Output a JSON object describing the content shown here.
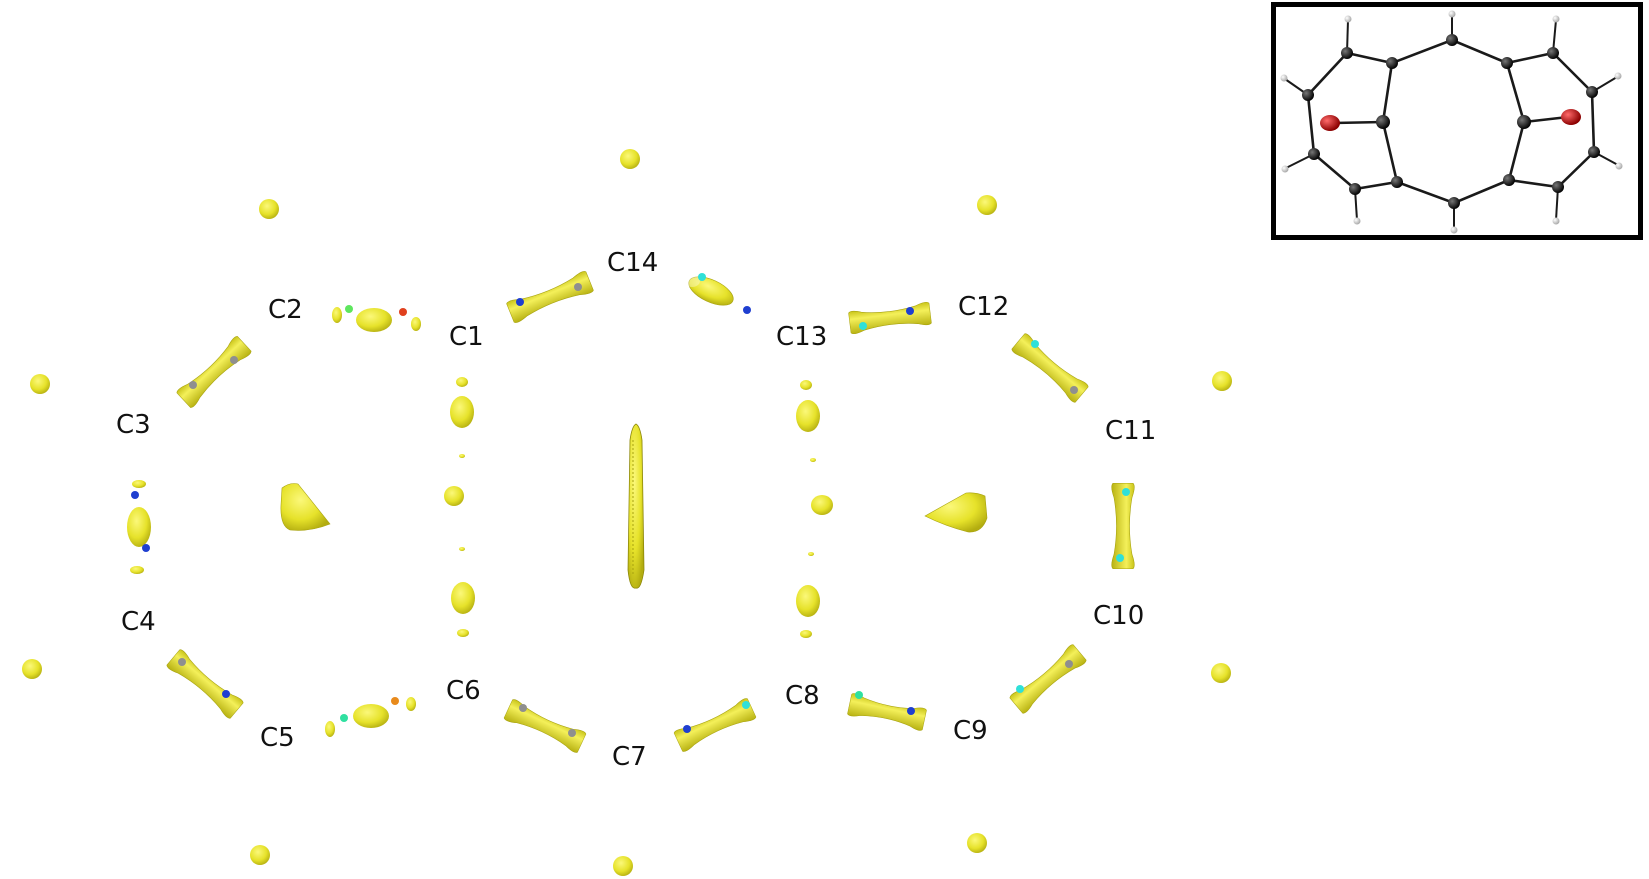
{
  "figure": {
    "labels": {
      "c1": "C1",
      "c2": "C2",
      "c3": "C3",
      "c4": "C4",
      "c5": "C5",
      "c6": "C6",
      "c7": "C7",
      "c8": "C8",
      "c9": "C9",
      "c10": "C10",
      "c11": "C11",
      "c12": "C12",
      "c13": "C13",
      "c14": "C14"
    }
  },
  "colors": {
    "isosurface": "#e6e22a",
    "isosurface_shadow": "#b7b317",
    "cp_grey": "#8f8f8f",
    "cp_blue": "#1f3fd0",
    "cp_cyan": "#2fe0d8",
    "cp_green": "#5ee65e",
    "cp_red": "#e0401e",
    "cp_orange": "#e88a1c",
    "inset_bond": "#1a1a1a",
    "inset_carbon": "#111111",
    "inset_oxygen": "#cc0000",
    "inset_hydrogen": "#e8e8e8"
  }
}
